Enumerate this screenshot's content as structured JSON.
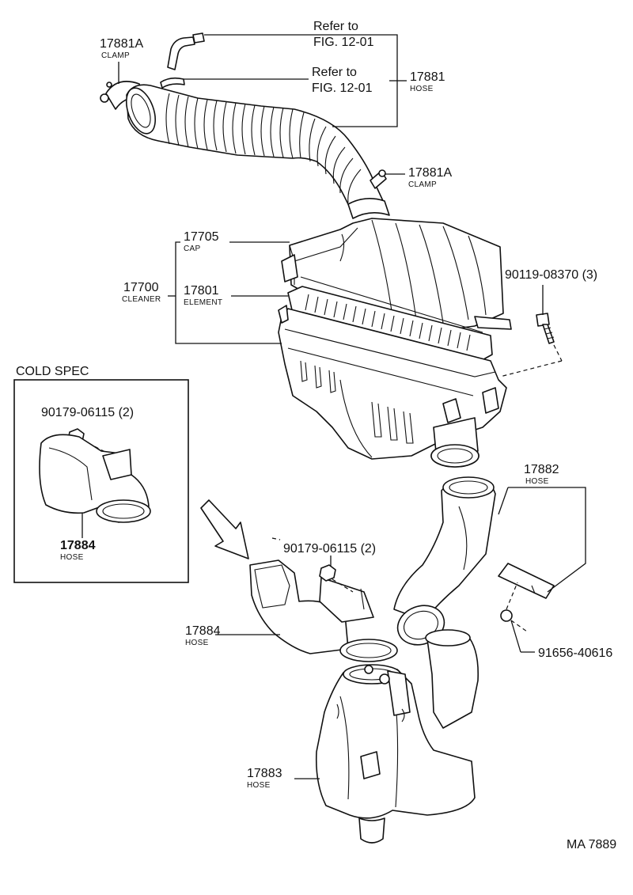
{
  "labels": {
    "ref_1_line1": "Refer to",
    "ref_1_line2": "FIG. 12-01",
    "ref_2_line1": "Refer to",
    "ref_2_line2": "FIG. 12-01",
    "p17881a_top": {
      "number": "17881A",
      "name": "CLAMP"
    },
    "p17881": {
      "number": "17881",
      "name": "HOSE"
    },
    "p17881a_mid": {
      "number": "17881A",
      "name": "CLAMP"
    },
    "p17705": {
      "number": "17705",
      "name": "CAP"
    },
    "p17700": {
      "number": "17700",
      "name": "CLEANER"
    },
    "p17801": {
      "number": "17801",
      "name": "ELEMENT"
    },
    "p90119": {
      "number": "90119-08370 (3)"
    },
    "cold_spec": "COLD SPEC",
    "p90179_inset": {
      "number": "90179-06115 (2)"
    },
    "p17884_inset": {
      "number": "17884",
      "name": "HOSE"
    },
    "p90179_main": {
      "number": "90179-06115 (2)"
    },
    "p17882": {
      "number": "17882",
      "name": "HOSE"
    },
    "p17884_main": {
      "number": "17884",
      "name": "HOSE"
    },
    "p91656": {
      "number": "91656-40616"
    },
    "p17883": {
      "number": "17883",
      "name": "HOSE"
    },
    "drawing_code": "MA 7889"
  }
}
